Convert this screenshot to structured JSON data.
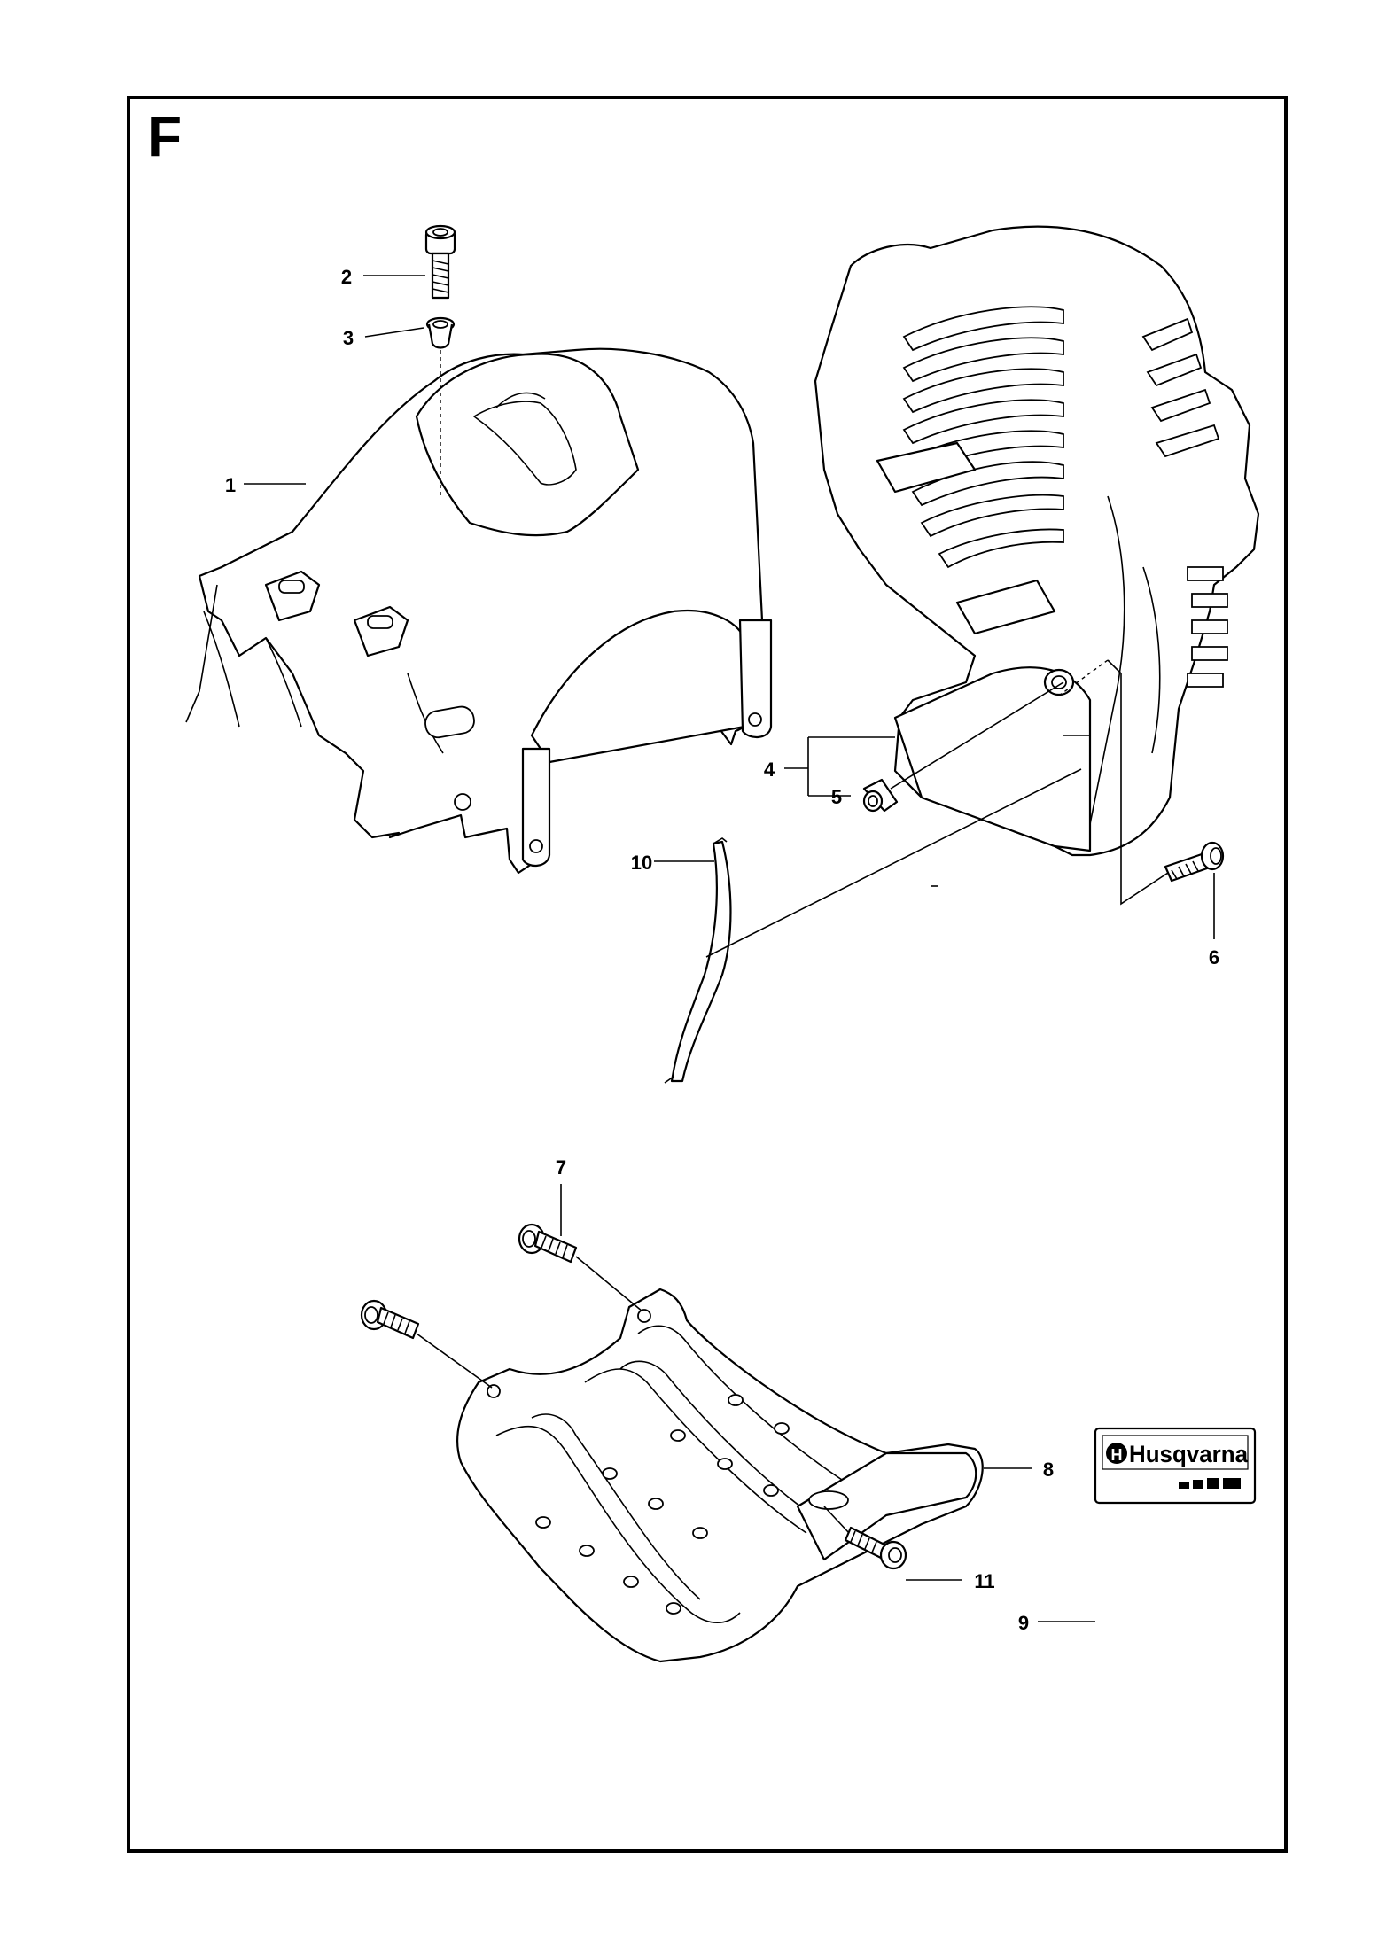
{
  "section": {
    "letter": "F"
  },
  "callouts": [
    {
      "id": "c1",
      "label": "1"
    },
    {
      "id": "c2",
      "label": "2"
    },
    {
      "id": "c3",
      "label": "3"
    },
    {
      "id": "c4",
      "label": "4"
    },
    {
      "id": "c5",
      "label": "5"
    },
    {
      "id": "c6",
      "label": "6"
    },
    {
      "id": "c7",
      "label": "7"
    },
    {
      "id": "c8",
      "label": "8"
    },
    {
      "id": "c9",
      "label": "9"
    },
    {
      "id": "c10",
      "label": "10"
    },
    {
      "id": "c11",
      "label": "11"
    }
  ],
  "decal": {
    "brand": "Husqvarna"
  },
  "colors": {
    "ink": "#000000",
    "paper": "#ffffff"
  }
}
